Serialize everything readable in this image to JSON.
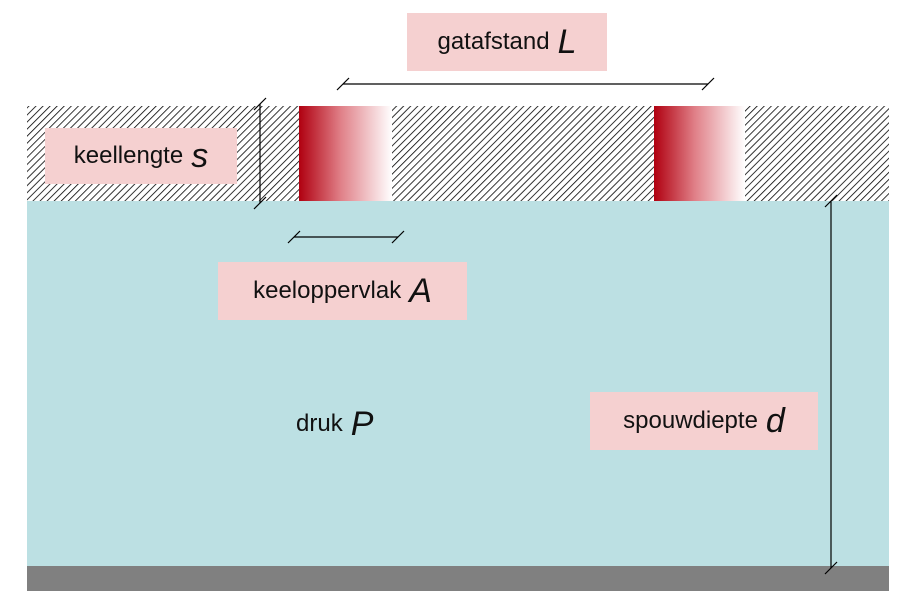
{
  "diagram": {
    "labels": {
      "gatafstand": {
        "text": "gatafstand",
        "symbol": "L"
      },
      "keellengte": {
        "text": "keellengte",
        "symbol": "s"
      },
      "keeloppervlak": {
        "text": "keeloppervlak",
        "symbol": "A"
      },
      "druk": {
        "text": "druk",
        "symbol": "P"
      },
      "spouwdiepte": {
        "text": "spouwdiepte",
        "symbol": "d"
      }
    },
    "colors": {
      "cavity": "#bce0e3",
      "label_background": "#f5d0d0",
      "neck_red": "#b00010",
      "back_plate": "#808080",
      "hatch_lines": "#000000"
    }
  }
}
